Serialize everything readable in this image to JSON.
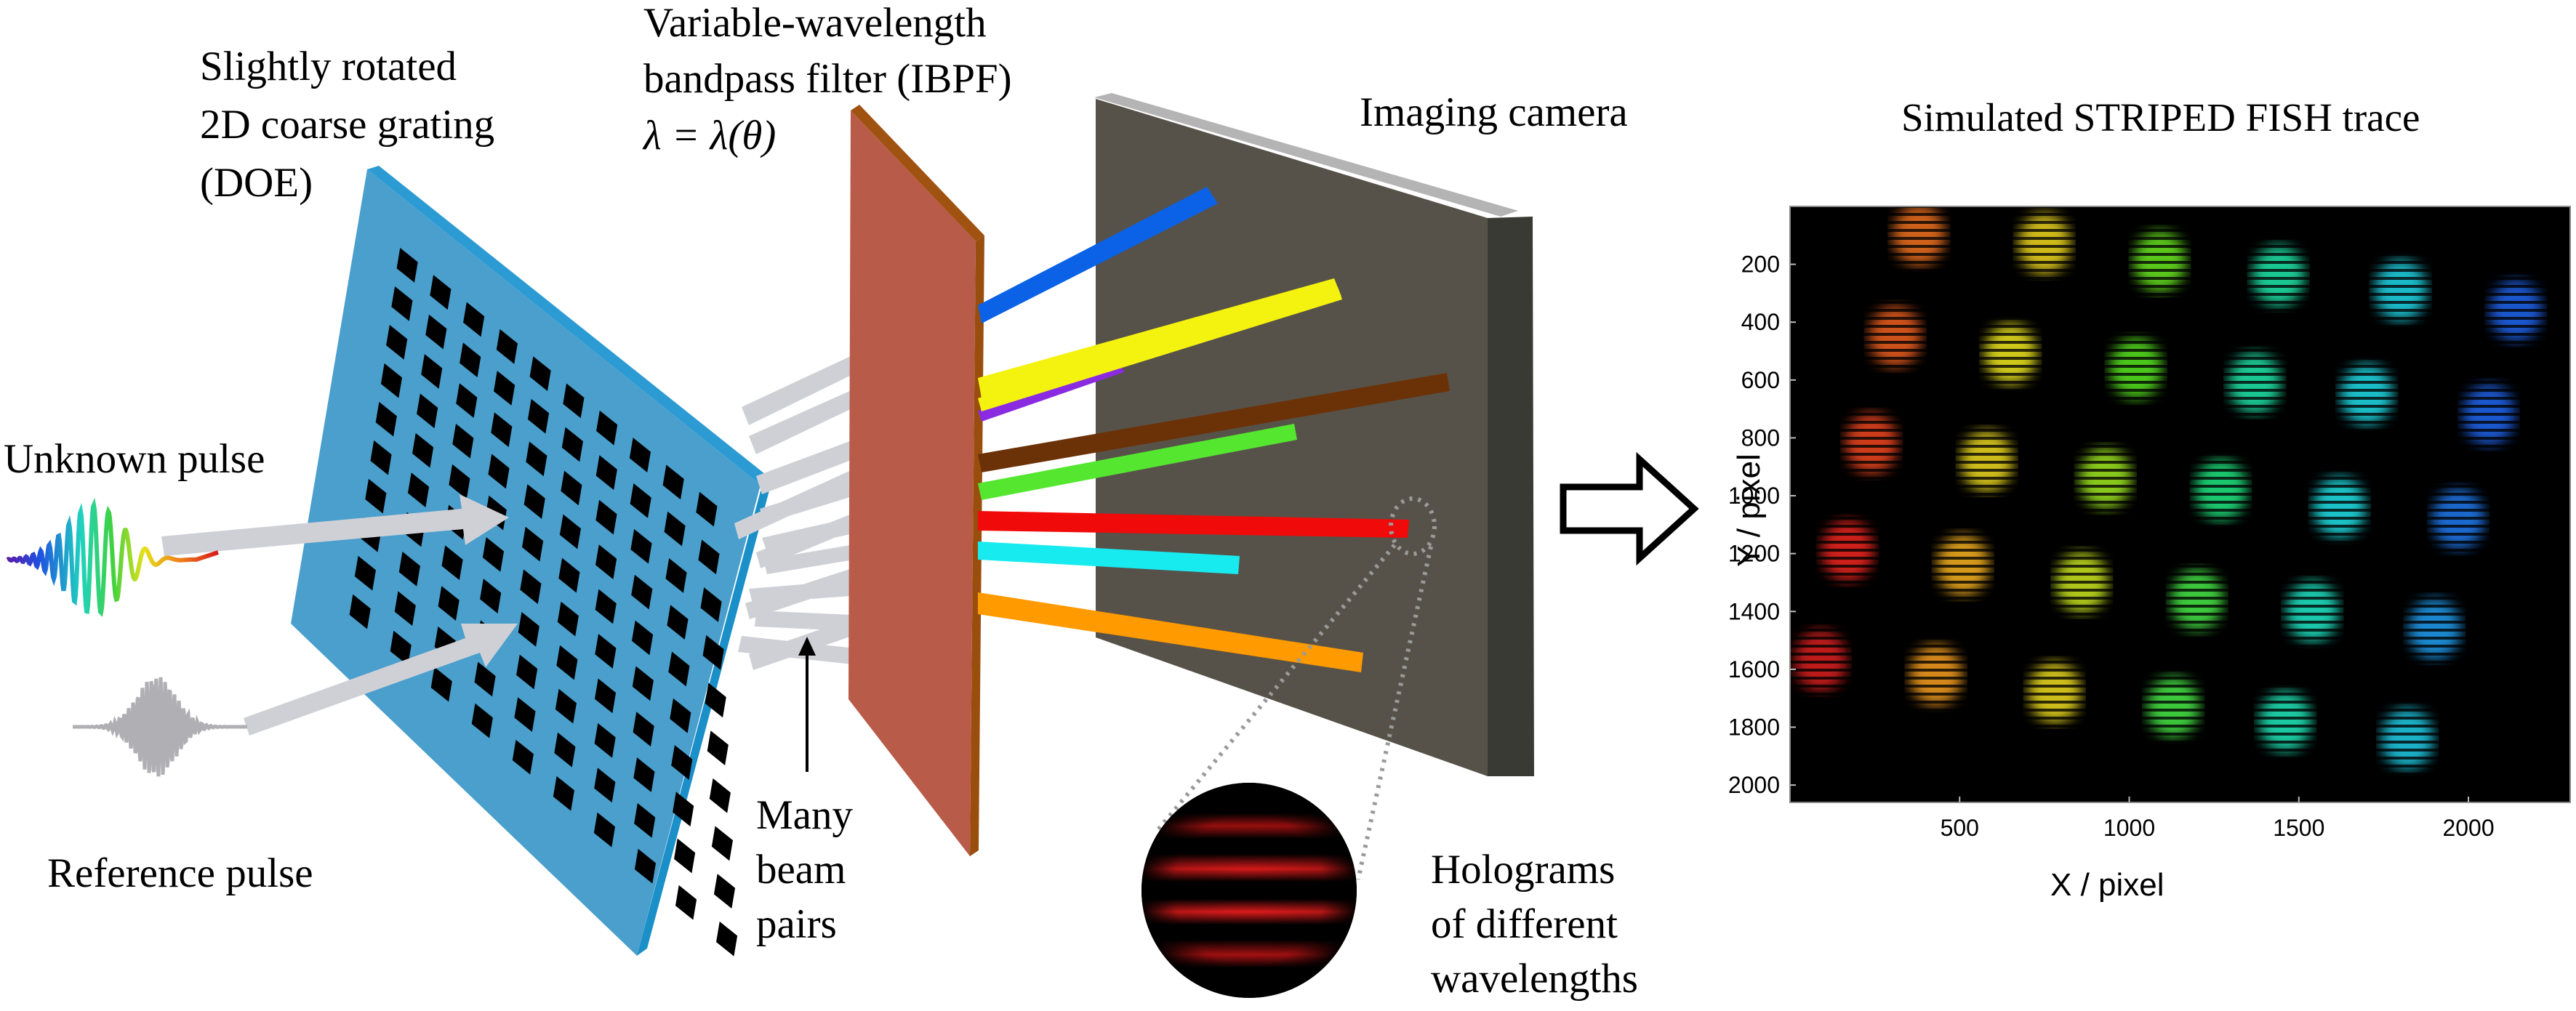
{
  "labels": {
    "grating": [
      "Slightly rotated",
      "2D coarse grating",
      "(DOE)"
    ],
    "filter": [
      "Variable-wavelength",
      "bandpass filter (IBPF)"
    ],
    "filter_eq": "λ = λ(θ)",
    "camera": "Imaging camera",
    "unknown_pulse": "Unknown pulse",
    "reference_pulse": "Reference pulse",
    "beam_pairs": [
      "Many",
      "beam",
      "pairs"
    ],
    "holograms": [
      "Holograms",
      "of different",
      "wavelengths"
    ]
  },
  "trace": {
    "title": "Simulated STRIPED FISH trace",
    "xlabel": "X / pixel",
    "ylabel": "Y / pixel",
    "xticks": [
      "500",
      "1000",
      "1500",
      "2000"
    ],
    "yticks": [
      "200",
      "400",
      "600",
      "800",
      "1000",
      "1200",
      "1400",
      "1600",
      "1800",
      "2000"
    ]
  },
  "chart_data": {
    "type": "heatmap",
    "title": "Simulated STRIPED FISH trace",
    "xlabel": "X / pixel",
    "ylabel": "Y / pixel",
    "xlim": [
      0,
      2300
    ],
    "ylim": [
      2060,
      0
    ],
    "grid": false,
    "spots": [
      {
        "x": 380,
        "y": 100,
        "color": "#d8661a"
      },
      {
        "x": 750,
        "y": 130,
        "color": "#d8c21a"
      },
      {
        "x": 1090,
        "y": 190,
        "color": "#5fd11f"
      },
      {
        "x": 1440,
        "y": 240,
        "color": "#1fd29a"
      },
      {
        "x": 1800,
        "y": 290,
        "color": "#1fc3d2"
      },
      {
        "x": 2140,
        "y": 360,
        "color": "#1f5bd8"
      },
      {
        "x": 310,
        "y": 450,
        "color": "#d8561a"
      },
      {
        "x": 650,
        "y": 510,
        "color": "#d8d21a"
      },
      {
        "x": 1020,
        "y": 560,
        "color": "#4fd11f"
      },
      {
        "x": 1370,
        "y": 610,
        "color": "#1fd29a"
      },
      {
        "x": 1700,
        "y": 650,
        "color": "#1fc8d2"
      },
      {
        "x": 2060,
        "y": 720,
        "color": "#1f5bd8"
      },
      {
        "x": 240,
        "y": 820,
        "color": "#d8401a"
      },
      {
        "x": 580,
        "y": 880,
        "color": "#d8c61a"
      },
      {
        "x": 930,
        "y": 940,
        "color": "#8fd11f"
      },
      {
        "x": 1270,
        "y": 980,
        "color": "#1fd274"
      },
      {
        "x": 1620,
        "y": 1040,
        "color": "#1fcdd2"
      },
      {
        "x": 1970,
        "y": 1080,
        "color": "#1f6ed8"
      },
      {
        "x": 170,
        "y": 1190,
        "color": "#d8241a"
      },
      {
        "x": 510,
        "y": 1240,
        "color": "#e0a21a"
      },
      {
        "x": 860,
        "y": 1300,
        "color": "#b8d11f"
      },
      {
        "x": 1200,
        "y": 1360,
        "color": "#3fd23f"
      },
      {
        "x": 1540,
        "y": 1400,
        "color": "#1fd2b4"
      },
      {
        "x": 1900,
        "y": 1460,
        "color": "#1f8ed8"
      },
      {
        "x": 90,
        "y": 1570,
        "color": "#c81a1a"
      },
      {
        "x": 430,
        "y": 1620,
        "color": "#e0901a"
      },
      {
        "x": 780,
        "y": 1680,
        "color": "#d8c81a"
      },
      {
        "x": 1130,
        "y": 1730,
        "color": "#3fd23f"
      },
      {
        "x": 1460,
        "y": 1780,
        "color": "#1fd2a8"
      },
      {
        "x": 1820,
        "y": 1840,
        "color": "#1fbad2"
      }
    ]
  },
  "beams": {
    "colored": [
      {
        "name": "blue",
        "color": "#0b62e6"
      },
      {
        "name": "yellow",
        "color": "#f4f20f"
      },
      {
        "name": "purple",
        "color": "#8a2be2"
      },
      {
        "name": "brown",
        "color": "#6b3208"
      },
      {
        "name": "green",
        "color": "#55e630"
      },
      {
        "name": "red",
        "color": "#f00a0a"
      },
      {
        "name": "cyan",
        "color": "#18ebf0"
      },
      {
        "name": "orange",
        "color": "#ff9a00"
      }
    ]
  },
  "colors": {
    "grating": "#4a9fcc",
    "grating_edge": "#2c9bd3",
    "filter": "#b85b48",
    "filter_edge": "#a05210",
    "camera_face": "#575249",
    "camera_side": "#3a3a35",
    "camera_top": "#b4b4b4",
    "gray_beam": "#cfd0d6"
  }
}
